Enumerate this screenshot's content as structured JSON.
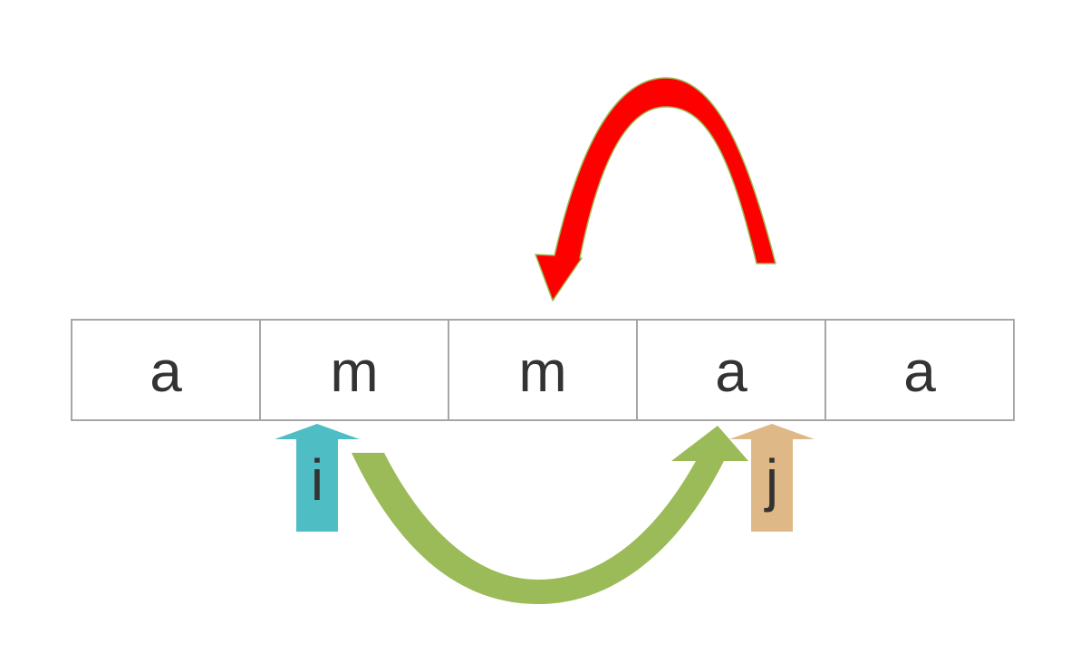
{
  "array": {
    "cells": [
      "a",
      "m",
      "m",
      "a",
      "a"
    ],
    "border_color": "#a6a6a6",
    "text_color": "#333333"
  },
  "pointers": {
    "i": {
      "label": "i",
      "index": 1,
      "color": "#4fbec4"
    },
    "j": {
      "label": "j",
      "index": 3,
      "color": "#dfb887"
    }
  },
  "arcs": {
    "top": {
      "color": "#ff0000",
      "outline": "#9bbb59",
      "from_index": 3,
      "to_index": 2,
      "direction": "leftward-over"
    },
    "bottom": {
      "color": "#9bbb59",
      "from_index": 1,
      "to_index": 3,
      "direction": "rightward-under"
    }
  }
}
